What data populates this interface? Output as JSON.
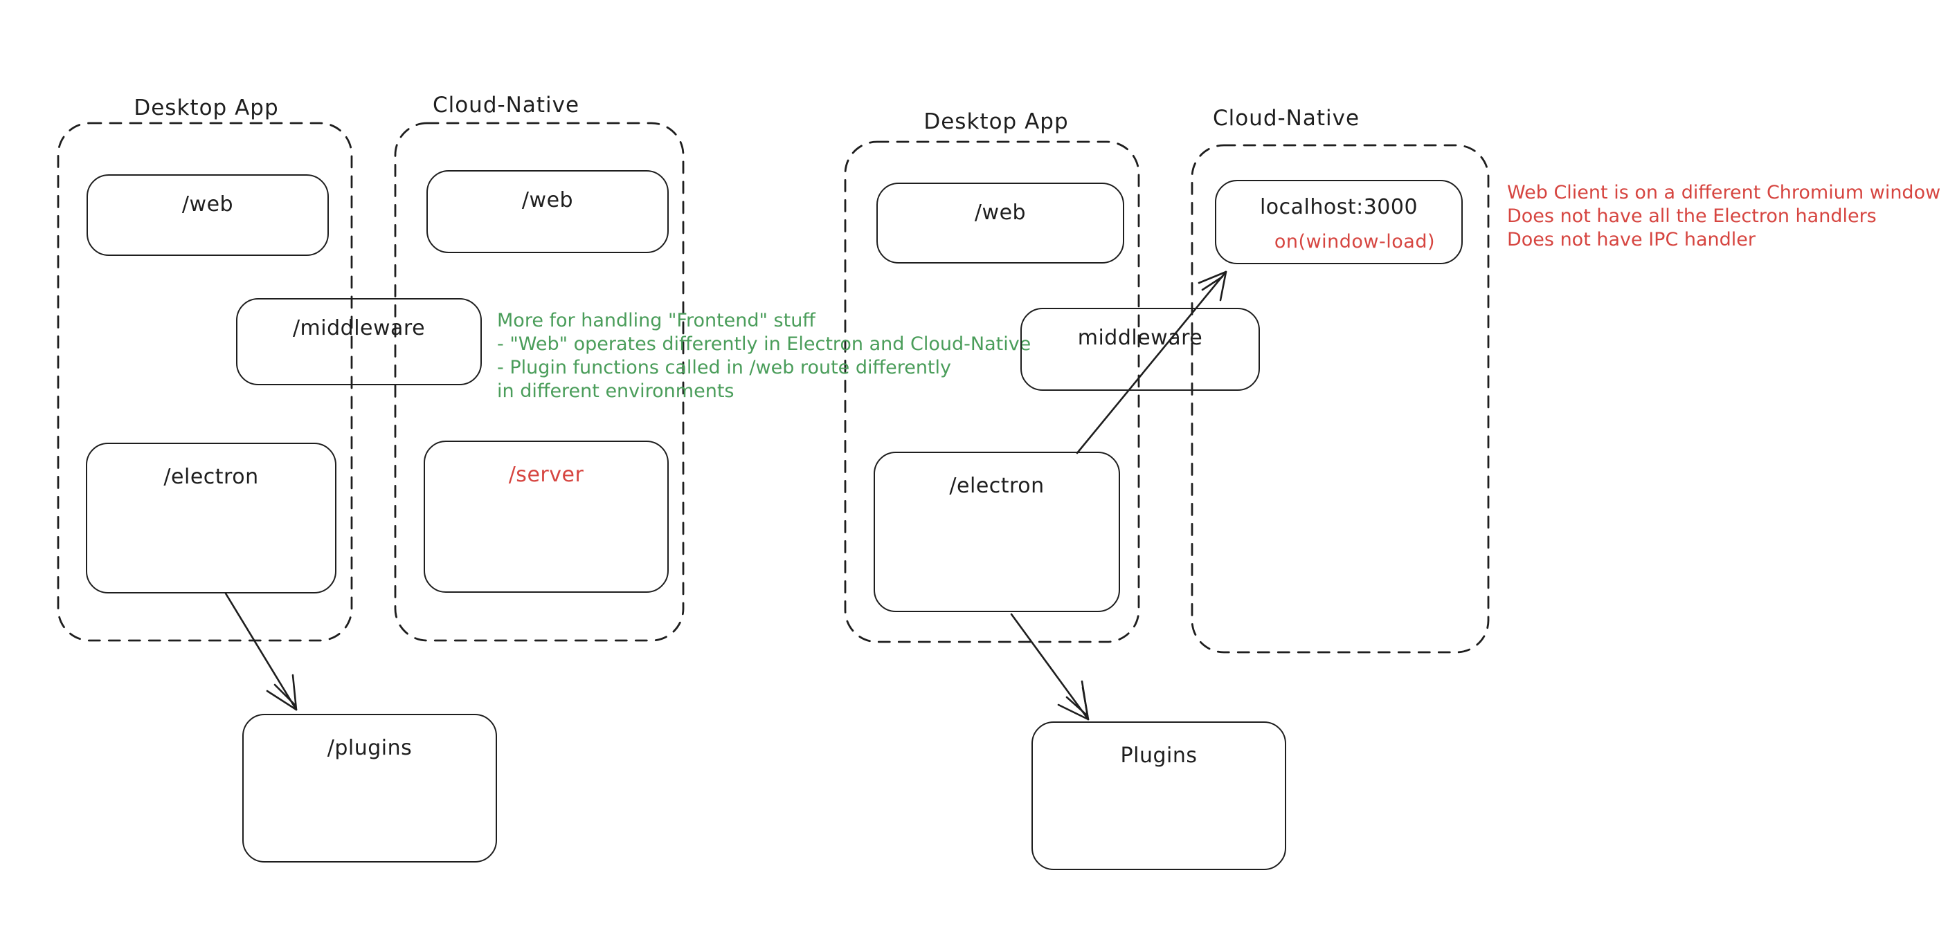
{
  "colors": {
    "ink": "#1e1e1e",
    "green": "#4a9d5a",
    "red": "#d64540",
    "background": "#ffffff"
  },
  "left_diagram": {
    "desktop_group": {
      "label": "Desktop App",
      "web": "/web",
      "electron": "/electron"
    },
    "cloud_group": {
      "label": "Cloud-Native",
      "web": "/web",
      "server": "/server"
    },
    "middleware": "/middleware",
    "plugins": "/plugins",
    "green_note": {
      "lines": [
        "More for handling \"Frontend\" stuff",
        "- \"Web\" operates differently in Electron and Cloud-Native",
        "- Plugin functions called in /web route differently",
        "in different environments"
      ]
    }
  },
  "right_diagram": {
    "desktop_group": {
      "label": "Desktop App",
      "web": "/web",
      "electron": "/electron"
    },
    "cloud_group": {
      "label": "Cloud-Native",
      "localhost": "localhost:3000",
      "window_load": "on(window-load)"
    },
    "middleware": "middleware",
    "plugins": "Plugins",
    "red_note": {
      "lines": [
        "Web Client is on a different Chromium window",
        "Does not have all the Electron handlers",
        "Does not have IPC handler"
      ]
    }
  }
}
